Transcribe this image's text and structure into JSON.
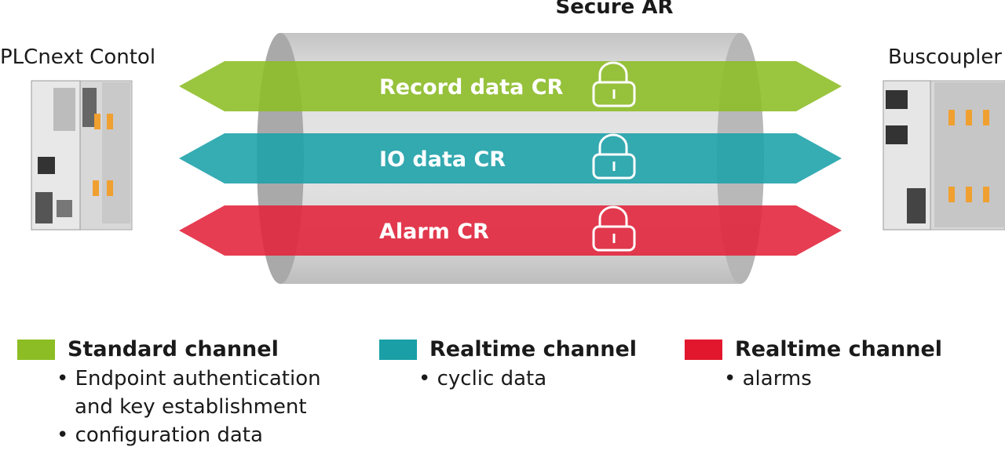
{
  "title": "Secure AR",
  "devices": {
    "left_label": "PLCnext Contol",
    "right_label": "Buscoupler"
  },
  "channels": [
    {
      "label": "Record data CR",
      "color": "#8cbd24",
      "lock": "lock-icon"
    },
    {
      "label": "IO data CR",
      "color": "#1aa0a8",
      "lock": "lock-icon"
    },
    {
      "label": "Alarm CR",
      "color": "#e2223a",
      "lock": "lock-icon"
    }
  ],
  "legend": [
    {
      "title": "Standard channel",
      "color": "#8cbd24",
      "items": [
        "Endpoint authentication",
        "and key establishment",
        "configuration data"
      ]
    },
    {
      "title": "Realtime channel",
      "color": "#1a9fa6",
      "items": [
        "cyclic data"
      ]
    },
    {
      "title": "Realtime channel",
      "color": "#e2172d",
      "items": [
        "alarms"
      ]
    }
  ]
}
